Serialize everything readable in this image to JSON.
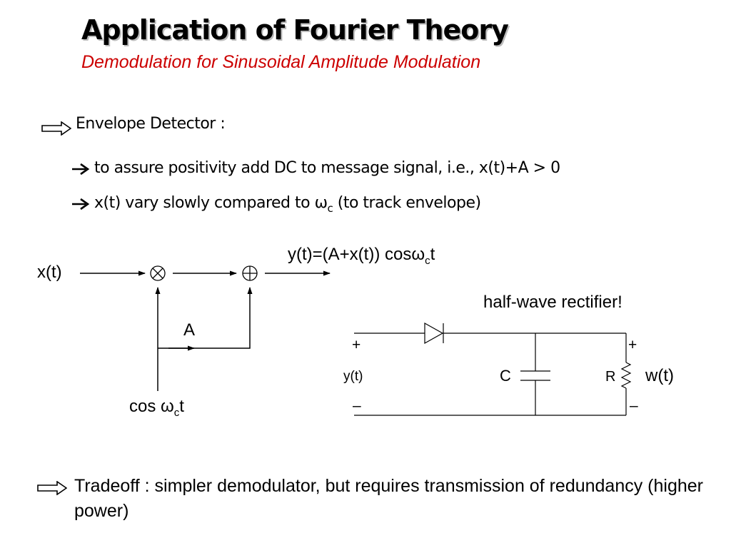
{
  "header": {
    "title": "Application of Fourier Theory",
    "subtitle": "Demodulation for Sinusoidal Amplitude Modulation"
  },
  "bullets": {
    "heading": "Envelope Detector :",
    "point1": "to assure positivity add DC to message signal, i.e., x(t)+A > 0",
    "point2_prefix": "x(t) vary slowly compared to ω",
    "point2_sub": "c",
    "point2_suffix": " (to track envelope)"
  },
  "block_diagram": {
    "input_label": "x(t)",
    "dc_label": "A",
    "carrier_prefix": "cos ω",
    "carrier_sub": "c",
    "carrier_suffix": "t",
    "output_prefix": "y(t)=(A+x(t)) cosω",
    "output_sub": "c",
    "output_suffix": "t",
    "multiplier_symbol": "⊗",
    "adder_symbol": "⊕"
  },
  "circuit": {
    "caption": "half-wave rectifier!",
    "input_plus": "+",
    "input_label": "y(t)",
    "input_minus": "–",
    "capacitor_label": "C",
    "resistor_label": "R",
    "output_plus": "+",
    "output_label": "w(t)",
    "output_minus": "–"
  },
  "tradeoff": {
    "text": "Tradeoff : simpler demodulator, but requires transmission of redundancy (higher power)"
  },
  "icons": {
    "bullet_arrow": "hollow-right-arrow-icon",
    "point_arrow": "solid-right-arrow-icon"
  }
}
